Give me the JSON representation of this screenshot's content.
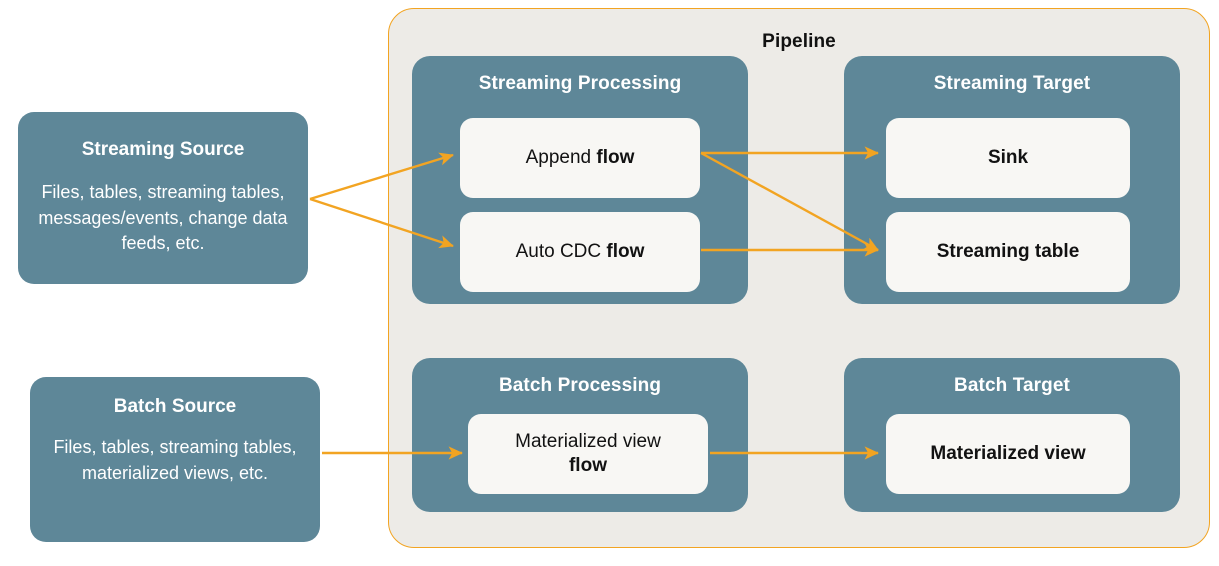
{
  "pipeline": {
    "title": "Pipeline",
    "border_color": "#F2A422",
    "background_color": "#EDEBE7"
  },
  "colors": {
    "teal": "#5E8798",
    "card": "#F8F7F4",
    "arrow": "#F2A422",
    "page_background": "#FFFFFF",
    "text_dark": "#121212",
    "text_light": "#FFFFFF"
  },
  "sources": [
    {
      "title": "Streaming Source",
      "description": "Files, tables, streaming tables, messages/events, change data feeds, etc."
    },
    {
      "title": "Batch Source",
      "description": "Files, tables, streaming tables, materialized views, etc."
    }
  ],
  "groups": [
    {
      "title": "Streaming Processing",
      "items": [
        {
          "lead": "Append ",
          "strong": "flow",
          "trail": ""
        },
        {
          "lead": "Auto CDC ",
          "strong": "flow",
          "trail": ""
        }
      ]
    },
    {
      "title": "Streaming Target",
      "items": [
        {
          "lead": "",
          "strong": "Sink",
          "trail": ""
        },
        {
          "lead": "",
          "strong": "Streaming table",
          "trail": ""
        }
      ]
    },
    {
      "title": "Batch Processing",
      "items": [
        {
          "lead": "Materialized view",
          "strong": "flow",
          "trail": ""
        }
      ]
    },
    {
      "title": "Batch Target",
      "items": [
        {
          "lead": "",
          "strong": "Materialized view",
          "trail": ""
        }
      ]
    }
  ],
  "connections": [
    {
      "from": "streaming-source",
      "to": "append-flow"
    },
    {
      "from": "streaming-source",
      "to": "auto-cdc-flow"
    },
    {
      "from": "append-flow",
      "to": "sink"
    },
    {
      "from": "append-flow",
      "to": "streaming-table"
    },
    {
      "from": "auto-cdc-flow",
      "to": "streaming-table"
    },
    {
      "from": "batch-source",
      "to": "materialized-view-flow"
    },
    {
      "from": "materialized-view-flow",
      "to": "materialized-view"
    }
  ]
}
